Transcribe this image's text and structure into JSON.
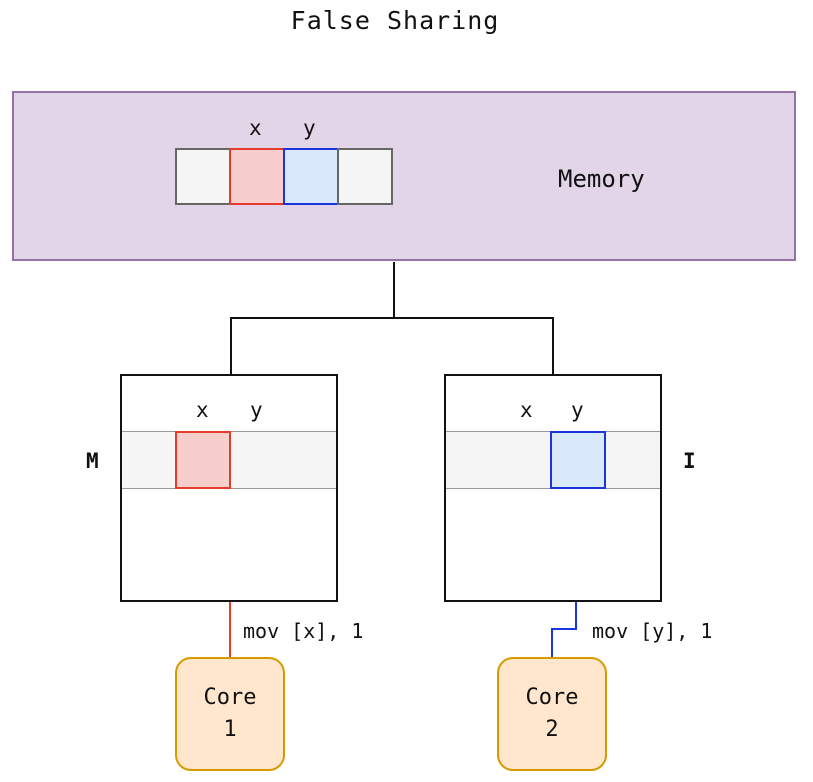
{
  "title": "False Sharing",
  "memory": {
    "label": "Memory",
    "var_x": "x",
    "var_y": "y"
  },
  "caches": [
    {
      "var_x": "x",
      "var_y": "y",
      "state": "M",
      "written": "x"
    },
    {
      "var_x": "x",
      "var_y": "y",
      "state": "I",
      "written": "y"
    }
  ],
  "cores": [
    {
      "label": "Core",
      "number": "1",
      "instruction": "mov [x], 1"
    },
    {
      "label": "Core",
      "number": "2",
      "instruction": "mov [y], 1"
    }
  ],
  "colors": {
    "memory_fill": "#e1d5e7",
    "memory_border": "#9673a6",
    "x_fill": "#f8cecc",
    "x_border": "#e53b2c",
    "y_fill": "#dae8fc",
    "y_border": "#1a35e0",
    "core_fill": "#ffe6cc",
    "core_border": "#d79b00"
  }
}
